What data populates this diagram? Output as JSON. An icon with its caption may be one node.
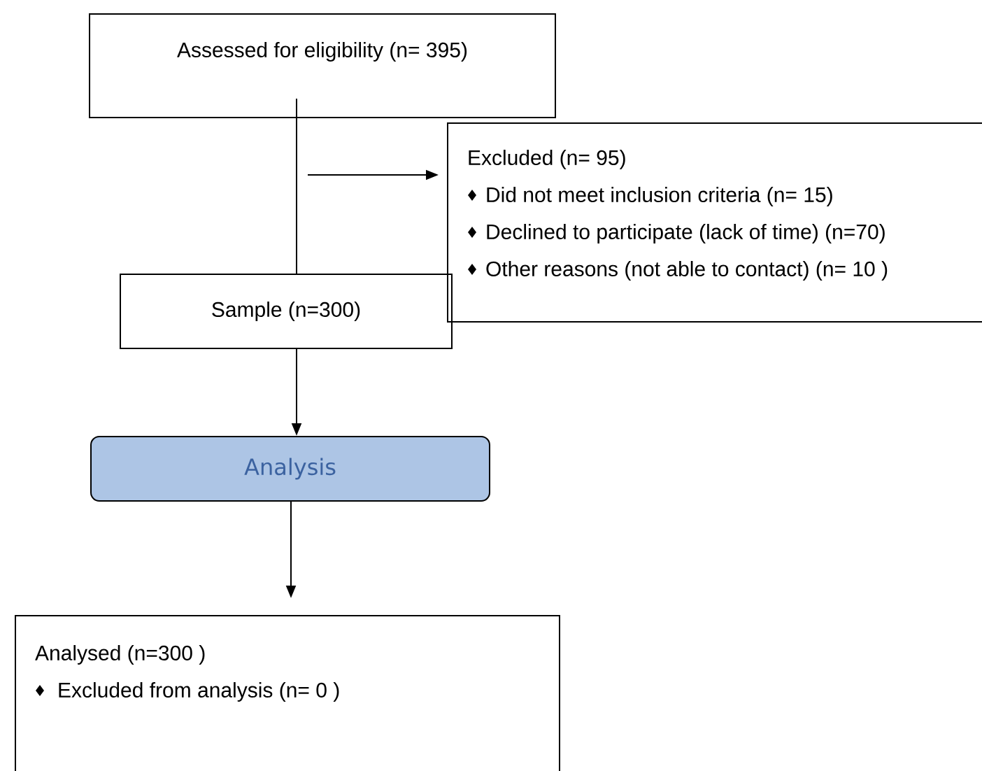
{
  "diagram": {
    "nodes": [
      {
        "text": [
          "Assessed for eligibility (n= 395)"
        ]
      },
      {
        "text": [
          "Excluded (n= 95)",
          "Did not meet inclusion criteria (n= 15)",
          "Declined to participate (lack of time) (n=70)",
          "Other reasons (not able to contact) (n= 10 )"
        ]
      },
      {
        "text": [
          "Sample (n=300)"
        ]
      },
      {
        "text": [
          "Analysis"
        ]
      },
      {
        "text": [
          "Analysed  (n=300 )",
          "Excluded from analysis (n= 0 )"
        ]
      }
    ],
    "edges": [
      {
        "from": 0,
        "to": 2,
        "arrow": "none"
      },
      {
        "from": null,
        "to": 1,
        "arrow": "to"
      },
      {
        "from": 2,
        "to": 3,
        "arrow": "to"
      },
      {
        "from": 3,
        "to": 4,
        "arrow": "to"
      }
    ]
  }
}
